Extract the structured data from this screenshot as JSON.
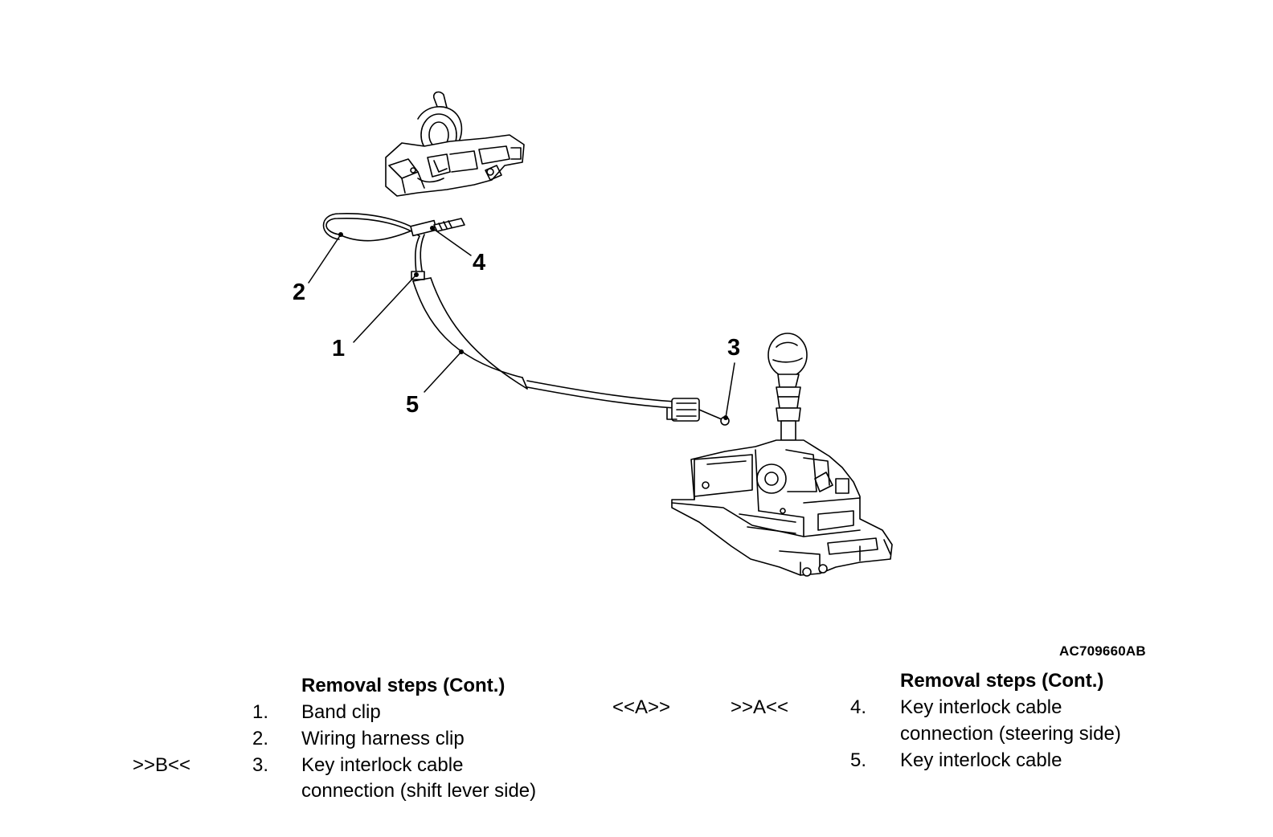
{
  "callouts": [
    "1",
    "2",
    "3",
    "4",
    "5"
  ],
  "figure_code": "AC709660AB",
  "left_column": {
    "heading": "Removal steps (Cont.)",
    "steps": [
      {
        "num": "1.",
        "lines": [
          "Band clip"
        ],
        "marker": ""
      },
      {
        "num": "2.",
        "lines": [
          "Wiring harness clip"
        ],
        "marker": ""
      },
      {
        "num": "3.",
        "lines": [
          "Key interlock cable",
          "connection (shift lever side)"
        ],
        "marker": ">>B<<"
      }
    ]
  },
  "middle_markers": [
    "<<A>>",
    ">>A<<"
  ],
  "right_column": {
    "heading": "Removal steps (Cont.)",
    "steps": [
      {
        "num": "4.",
        "lines": [
          "Key interlock cable",
          "connection (steering side)"
        ]
      },
      {
        "num": "5.",
        "lines": [
          "Key interlock cable"
        ]
      }
    ]
  }
}
